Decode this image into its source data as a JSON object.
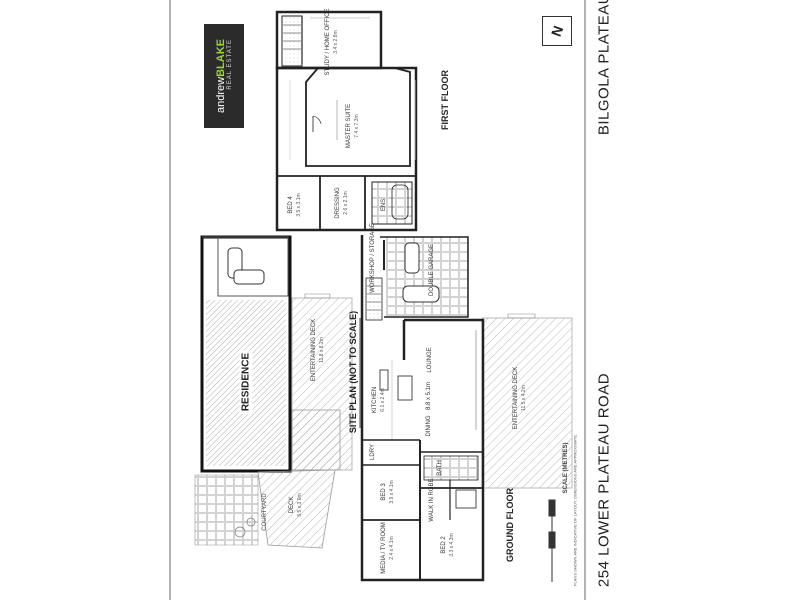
{
  "brand": {
    "name_light": "andrew",
    "name_bold": "BLAKE",
    "tagline": "REAL ESTATE",
    "accent": "#9ad23a"
  },
  "address": {
    "street": "254 LOWER PLATEAU ROAD",
    "suburb": "BILGOLA PLATEAU"
  },
  "north_icon": "N",
  "levels": {
    "first_floor": "FIRST FLOOR",
    "ground_floor": "GROUND FLOOR"
  },
  "site_plan": {
    "title": "SITE PLAN (NOT TO SCALE)",
    "residence": "RESIDENCE",
    "courtyard": "COURTYARD"
  },
  "scale_label": "SCALE (METRES)",
  "disclaimer": "PLANS SHOWN ARE INDICATIVE OF LAYOUT. DIMENSIONS ARE APPROXIMATE.",
  "rooms": {
    "study": {
      "name": "STUDY / HOME OFFICE",
      "dims": "3.4 x 2.8m"
    },
    "master": {
      "name": "MASTER SUITE",
      "dims": "7.4 x 7.3m"
    },
    "bed4": {
      "name": "BED 4",
      "dims": "3.5 x 3.1m"
    },
    "dressing": {
      "name": "DRESSING",
      "dims": "2.6 x 2.1m"
    },
    "ensuite": {
      "name": "ENS"
    },
    "workshop": {
      "name": "WORKSHOP / STORAGE"
    },
    "garage": {
      "name": "DOUBLE GARAGE"
    },
    "lounge": {
      "name": "LOUNGE"
    },
    "living_dims": "8.8 x 5.1m",
    "kitchen": {
      "name": "KITCHEN",
      "dims": "6.1 x 2.4m"
    },
    "dining": {
      "name": "DINING"
    },
    "entertaining_ground": {
      "name": "ENTERTAINING DECK",
      "dims": "11.5 x 4.2m"
    },
    "entertaining_site": {
      "name": "ENTERTAINING DECK",
      "dims": "11.8 x 8.2m"
    },
    "ldry": {
      "name": "LDRY"
    },
    "bath": {
      "name": "BATH"
    },
    "wir": {
      "name": "WALK IN ROBE"
    },
    "bed3": {
      "name": "BED 3",
      "dims": "3.9 x 4.1m"
    },
    "bed2": {
      "name": "BED 2",
      "dims": "3.3 x 4.3m"
    },
    "media": {
      "name": "MEDIA / TV ROOM",
      "dims": "2.4 x 4.1m"
    },
    "deck_site": {
      "name": "DECK",
      "dims": "5.5 x 3.0m"
    }
  }
}
